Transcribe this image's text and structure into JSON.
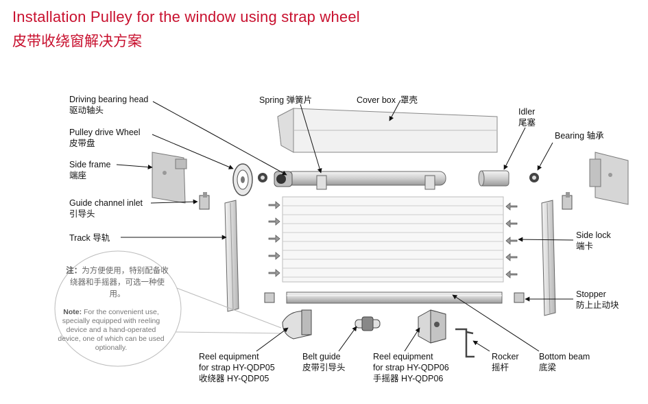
{
  "title": {
    "en": "Installation Pulley for the window using strap wheel",
    "zh": "皮带收绕窗解决方案"
  },
  "colors": {
    "title": "#c8102e",
    "line": "#222222",
    "part_fill": "#e6e6e6",
    "note_text": "#777777"
  },
  "labels": {
    "driving_bearing_head": {
      "en": "Driving bearing head",
      "zh": "驱动轴头"
    },
    "pulley_drive_wheel": {
      "en": "Pulley drive Wheel",
      "zh": "皮带盘"
    },
    "side_frame": {
      "en": "Side frame",
      "zh": "端座"
    },
    "guide_channel_inlet": {
      "en": "Guide channel inlet",
      "zh": "引导头"
    },
    "track": {
      "en": "Track",
      "zh": "导轨"
    },
    "spring": {
      "en": "Spring",
      "zh": "弹簧片"
    },
    "cover_box": {
      "en": "Cover box",
      "zh": "罩壳"
    },
    "idler": {
      "en": "Idler",
      "zh": "尾塞"
    },
    "bearing": {
      "en": "Bearing",
      "zh": "轴承"
    },
    "side_lock": {
      "en": "Side lock",
      "zh": "端卡"
    },
    "stopper": {
      "en": "Stopper",
      "zh": "防上止动块"
    },
    "reel_qdp05": {
      "en1": "Reel equipment",
      "en2": "for strap HY-QDP05",
      "zh": "收绕器 HY-QDP05"
    },
    "belt_guide": {
      "en": "Belt guide",
      "zh": "皮带引导头"
    },
    "reel_qdp06": {
      "en1": "Reel equipment",
      "en2": "for strap  HY-QDP06",
      "zh": "手摇器  HY-QDP06"
    },
    "rocker": {
      "en": "Rocker",
      "zh": "摇杆"
    },
    "bottom_beam": {
      "en": "Bottom beam",
      "zh": "底梁"
    }
  },
  "note": {
    "zh_label": "注：",
    "zh_text": "为方便使用，特别配备收绕器和手摇器，可选一种使用。",
    "en_label": "Note:",
    "en_text": "For the convenient use, specially equipped with reeling device and a hand-operated device, one of which can be used optionally."
  }
}
